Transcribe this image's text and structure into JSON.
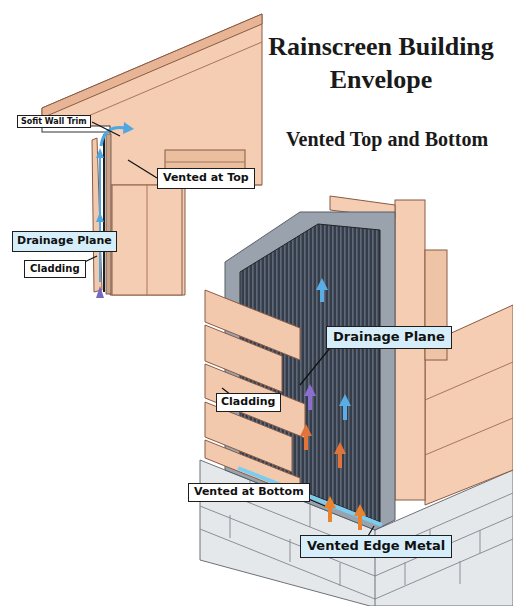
{
  "diagram": {
    "title": "Rainscreen Building Envelope",
    "nodes": [
      {
        "text": [
          "Sofit Wall Trim"
        ]
      },
      {
        "text": [
          "Vented at Top"
        ]
      },
      {
        "text": [
          "Drainage Plane"
        ]
      },
      {
        "text": [
          "Cladding"
        ]
      },
      {
        "text": [
          "Drainage Plane"
        ]
      },
      {
        "text": [
          "Cladding"
        ]
      },
      {
        "text": [
          "Vented at Bottom"
        ]
      },
      {
        "text": [
          "Vented Edge Metal"
        ]
      }
    ],
    "labels": [
      "Vented Top and Bottom"
    ]
  }
}
